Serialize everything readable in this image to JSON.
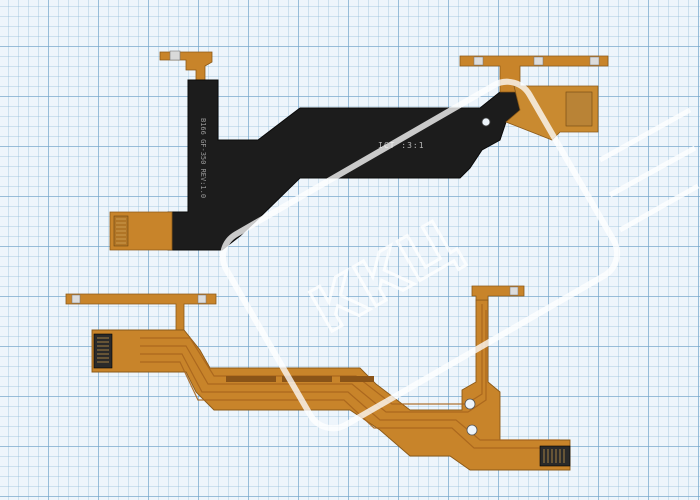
{
  "image": {
    "subject": "flex-cable-pair-on-grid",
    "background": "graph-paper-grid",
    "colors": {
      "grid_bg": "#eef5fb",
      "grid_line": "#7aa8cf",
      "flex_black": "#1c1c1c",
      "flex_copper": "#c8842a",
      "flex_copper_dark": "#a9661d",
      "connector_gold": "#d79a3a",
      "watermark": "#ffffff"
    }
  },
  "top_flex": {
    "silkscreen_text": "B166 GF-350 REV:1.0",
    "ict_label": "ICT :3:1"
  },
  "watermark": {
    "text": "ККЦ"
  }
}
